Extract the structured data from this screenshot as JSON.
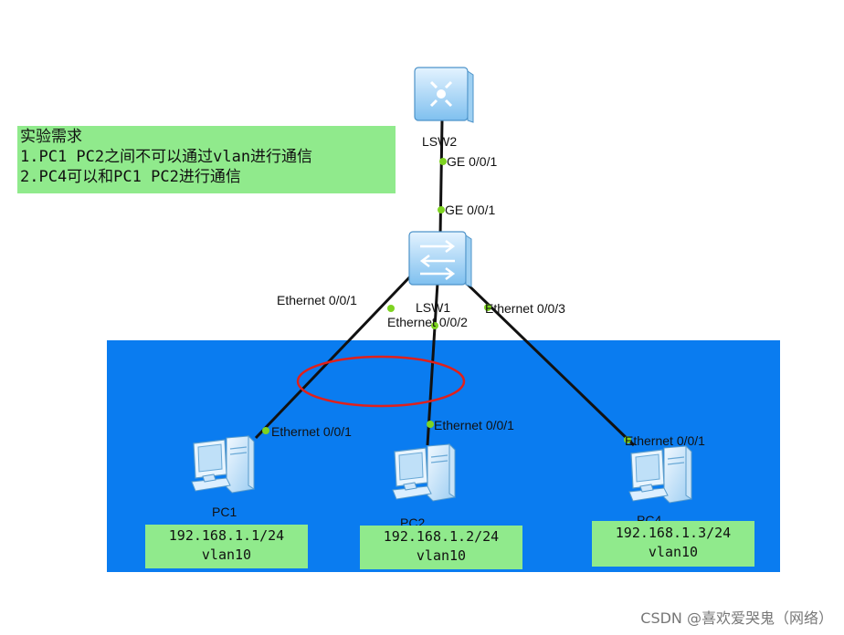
{
  "requirements": {
    "heading": "实验需求",
    "items": [
      "1.PC1 PC2之间不可以通过vlan进行通信",
      "2.PC4可以和PC1 PC2进行通信"
    ]
  },
  "devices": {
    "lsw2": {
      "label": "LSW2",
      "icon": "core-switch-icon"
    },
    "lsw1": {
      "label": "LSW1",
      "icon": "switch-icon"
    },
    "pc1": {
      "label": "PC1",
      "icon": "pc-icon",
      "ip": "192.168.1.1/24",
      "vlan": "vlan10"
    },
    "pc2": {
      "label": "PC2",
      "icon": "pc-icon",
      "ip": "192.168.1.2/24",
      "vlan": "vlan10"
    },
    "pc4": {
      "label": "PC4",
      "icon": "pc-icon",
      "ip": "192.168.1.3/24",
      "vlan": "vlan10"
    }
  },
  "ports": {
    "lsw2_down": "GE 0/0/1",
    "lsw1_up": "GE 0/0/1",
    "lsw1_p1": "Ethernet 0/0/1",
    "lsw1_p2": "Ethernet 0/0/2",
    "lsw1_p3": "Ethernet 0/0/3",
    "pc1_port": "Ethernet 0/0/1",
    "pc2_port": "Ethernet 0/0/1",
    "pc4_port": "Ethernet 0/0/1"
  },
  "colors": {
    "area": "#0a7cf0",
    "note": "#90ea8c",
    "port_dot": "#7ed321",
    "highlight": "#e0201b",
    "link": "#111111"
  },
  "watermark": "CSDN @喜欢爱哭鬼（网络）"
}
